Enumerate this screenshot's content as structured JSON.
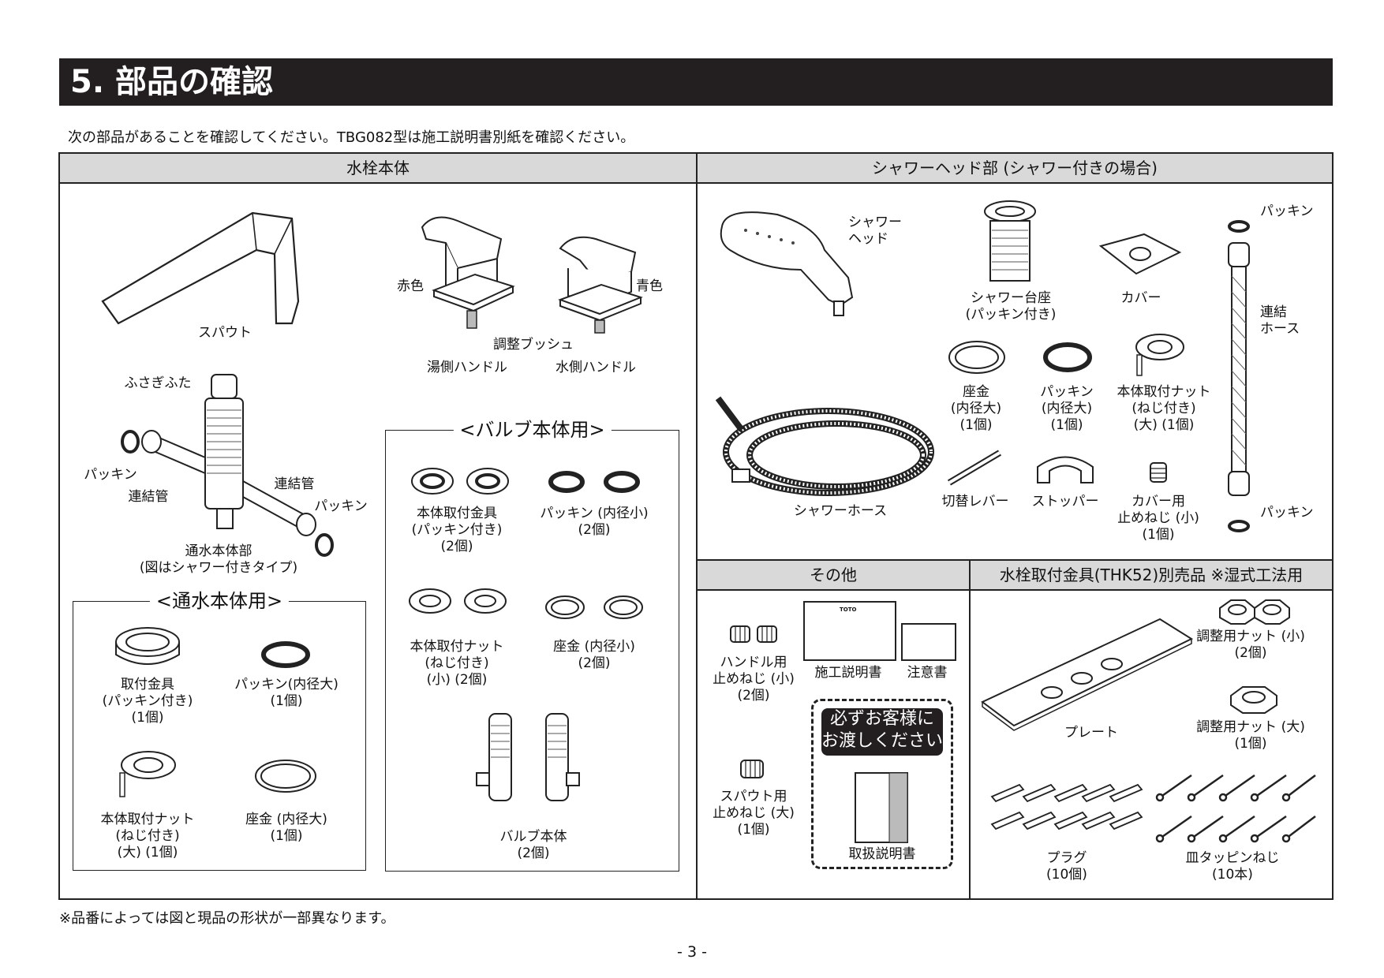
{
  "section_title": "5. 部品の確認",
  "intro": "次の部品があることを確認してください。TBG082型は施工説明書別紙を確認ください。",
  "faucet": {
    "header": "水栓本体",
    "spout": "スパウト",
    "red": "赤色",
    "blue": "青色",
    "bush": "調整ブッシュ",
    "hot_handle": "湯側ハンドル",
    "cold_handle": "水側ハンドル",
    "cap": "ふさぎふた",
    "packing_left": "パッキン",
    "pipe_left": "連結管",
    "pipe_right": "連結管",
    "packing_right": "パッキン",
    "body_unit": "通水本体部\n(図はシャワー付きタイプ)",
    "water_body": {
      "title": "<通水本体用>",
      "mount": "取付金具\n(パッキン付き)\n(1個)",
      "packing": "パッキン(内径大)\n(1個)",
      "nut": "本体取付ナット\n(ねじ付き)\n(大) (1個)",
      "washer": "座金 (内径大)\n(1個)"
    },
    "valve_body": {
      "title": "<バルブ本体用>",
      "mount": "本体取付金具\n(パッキン付き)\n(2個)",
      "packing": "パッキン (内径小)\n(2個)",
      "nut": "本体取付ナット\n(ねじ付き)\n(小) (2個)",
      "washer": "座金 (内径小)\n(2個)",
      "valve": "バルブ本体\n(2個)"
    }
  },
  "shower": {
    "header": "シャワーヘッド部 (シャワー付きの場合)",
    "head": "シャワー\nヘッド",
    "base": "シャワー台座\n(パッキン付き)",
    "cover": "カバー",
    "packing_top": "パッキン",
    "hose_link": "連結\nホース",
    "washer": "座金\n(内径大)\n(1個)",
    "packing": "パッキン\n(内径大)\n(1個)",
    "nut": "本体取付ナット\n(ねじ付き)\n(大) (1個)",
    "hose": "シャワーホース",
    "lever": "切替レバー",
    "stopper": "ストッパー",
    "cover_screw": "カバー用\n止めねじ (小)\n(1個)",
    "packing_bottom": "パッキン"
  },
  "other": {
    "header": "その他",
    "handle_screw": "ハンドル用\n止めねじ (小)\n(2個)",
    "manual": "施工説明書",
    "notice": "注意書",
    "spout_screw": "スパウト用\n止めねじ (大)\n(1個)",
    "hand_over": "必ずお客様に\nお渡しください",
    "user_manual": "取扱説明書",
    "brand": "TOTO"
  },
  "mounting": {
    "header": "水栓取付金具(THK52)別売品 ※湿式工法用",
    "nut_small": "調整用ナット (小)\n(2個)",
    "plate": "プレート",
    "nut_large": "調整用ナット (大)\n(1個)",
    "plug": "プラグ\n(10個)",
    "screw": "皿タッピンねじ\n(10本)"
  },
  "footnote": "※品番によっては図と現品の形状が一部異なります。",
  "page": "- 3 -"
}
